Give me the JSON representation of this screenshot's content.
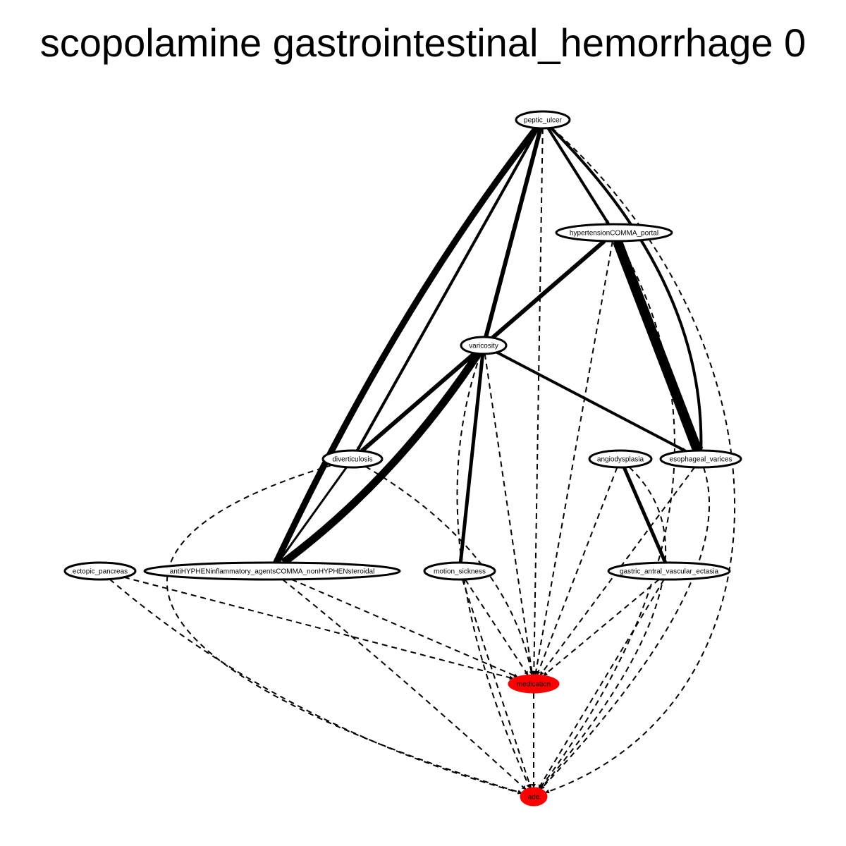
{
  "title": "scopolamine gastrointestinal_hemorrhage 0",
  "colors": {
    "highlight": "#ff0000",
    "stroke": "#000000",
    "background": "#ffffff"
  },
  "nodes": [
    {
      "id": "peptic_ulcer",
      "label": "peptic_ulcer",
      "highlight": false
    },
    {
      "id": "hypertension_portal",
      "label": "hypertensionCOMMA_portal",
      "highlight": false
    },
    {
      "id": "varicosity",
      "label": "varicosity",
      "highlight": false
    },
    {
      "id": "diverticulosis",
      "label": "diverticulosis",
      "highlight": false
    },
    {
      "id": "angiodysplasia",
      "label": "angiodysplasia",
      "highlight": false
    },
    {
      "id": "esophageal_varices",
      "label": "esophageal_varices",
      "highlight": false
    },
    {
      "id": "ectopic_pancreas",
      "label": "ectopic_pancreas",
      "highlight": false
    },
    {
      "id": "nsaid",
      "label": "antiHYPHENinflammatory_agentsCOMMA_nonHYPHENsteroidal",
      "highlight": false
    },
    {
      "id": "motion_sickness",
      "label": "motion_sickness",
      "highlight": false
    },
    {
      "id": "gave",
      "label": "gastric_antral_vascular_ectasia",
      "highlight": false
    },
    {
      "id": "medication",
      "label": "medication",
      "highlight": true
    },
    {
      "id": "ade",
      "label": "ade",
      "highlight": true
    }
  ],
  "edges": [
    {
      "from": "peptic_ulcer",
      "to": "nsaid",
      "style": "solid",
      "weight": 9
    },
    {
      "from": "peptic_ulcer",
      "to": "diverticulosis",
      "style": "solid",
      "weight": 4
    },
    {
      "from": "peptic_ulcer",
      "to": "varicosity",
      "style": "solid",
      "weight": 6
    },
    {
      "from": "peptic_ulcer",
      "to": "hypertension_portal",
      "style": "solid",
      "weight": 4
    },
    {
      "from": "peptic_ulcer",
      "to": "esophageal_varices",
      "style": "solid",
      "weight": 4
    },
    {
      "from": "peptic_ulcer",
      "to": "medication",
      "style": "dashed",
      "weight": 2
    },
    {
      "from": "peptic_ulcer",
      "to": "ade",
      "style": "dashed",
      "weight": 2
    },
    {
      "from": "hypertension_portal",
      "to": "varicosity",
      "style": "solid",
      "weight": 6
    },
    {
      "from": "hypertension_portal",
      "to": "esophageal_varices",
      "style": "solid",
      "weight": 14
    },
    {
      "from": "hypertension_portal",
      "to": "medication",
      "style": "dashed",
      "weight": 2
    },
    {
      "from": "hypertension_portal",
      "to": "ade",
      "style": "dashed",
      "weight": 2
    },
    {
      "from": "varicosity",
      "to": "diverticulosis",
      "style": "solid",
      "weight": 6
    },
    {
      "from": "varicosity",
      "to": "nsaid",
      "style": "solid",
      "weight": 11
    },
    {
      "from": "varicosity",
      "to": "motion_sickness",
      "style": "solid",
      "weight": 5
    },
    {
      "from": "varicosity",
      "to": "esophageal_varices",
      "style": "solid",
      "weight": 4
    },
    {
      "from": "varicosity",
      "to": "medication",
      "style": "dashed",
      "weight": 2
    },
    {
      "from": "varicosity",
      "to": "ade",
      "style": "dashed",
      "weight": 2
    },
    {
      "from": "diverticulosis",
      "to": "nsaid",
      "style": "solid",
      "weight": 3
    },
    {
      "from": "diverticulosis",
      "to": "medication",
      "style": "dashed",
      "weight": 2
    },
    {
      "from": "diverticulosis",
      "to": "ade",
      "style": "dashed",
      "weight": 2
    },
    {
      "from": "angiodysplasia",
      "to": "gave",
      "style": "solid",
      "weight": 5
    },
    {
      "from": "angiodysplasia",
      "to": "medication",
      "style": "dashed",
      "weight": 2
    },
    {
      "from": "angiodysplasia",
      "to": "ade",
      "style": "dashed",
      "weight": 2
    },
    {
      "from": "esophageal_varices",
      "to": "medication",
      "style": "dashed",
      "weight": 2
    },
    {
      "from": "esophageal_varices",
      "to": "ade",
      "style": "dashed",
      "weight": 2
    },
    {
      "from": "ectopic_pancreas",
      "to": "medication",
      "style": "dashed",
      "weight": 2
    },
    {
      "from": "ectopic_pancreas",
      "to": "ade",
      "style": "dashed",
      "weight": 2
    },
    {
      "from": "nsaid",
      "to": "medication",
      "style": "dashed",
      "weight": 2
    },
    {
      "from": "nsaid",
      "to": "ade",
      "style": "dashed",
      "weight": 2
    },
    {
      "from": "motion_sickness",
      "to": "medication",
      "style": "dashed",
      "weight": 2
    },
    {
      "from": "motion_sickness",
      "to": "ade",
      "style": "dashed",
      "weight": 2
    },
    {
      "from": "gave",
      "to": "medication",
      "style": "dashed",
      "weight": 2
    },
    {
      "from": "gave",
      "to": "ade",
      "style": "dashed",
      "weight": 2
    },
    {
      "from": "medication",
      "to": "ade",
      "style": "dashed",
      "weight": 2
    }
  ]
}
